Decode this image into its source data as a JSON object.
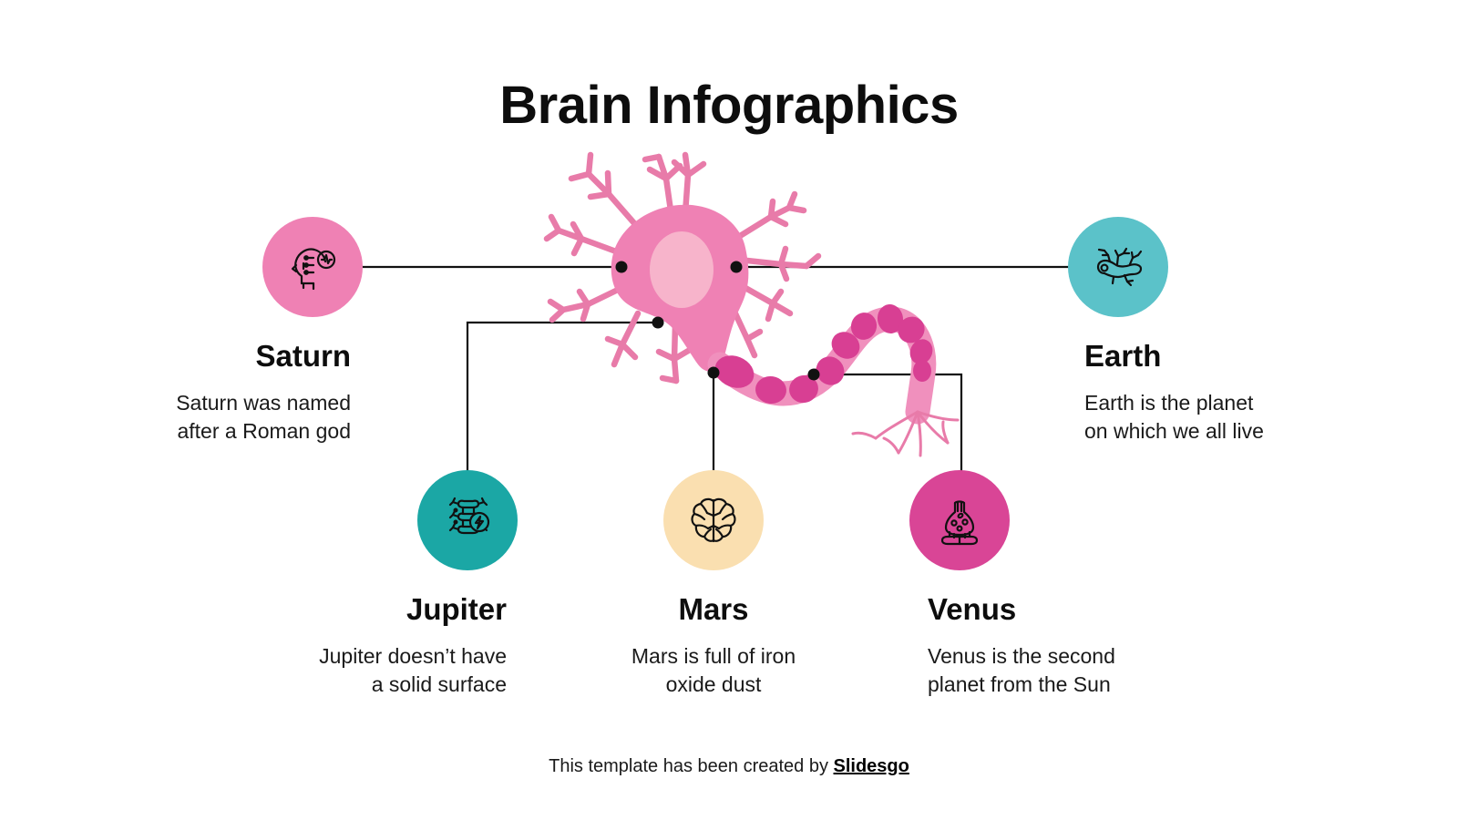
{
  "title": "Brain Infographics",
  "colors": {
    "saturn_circle": "#ef81b4",
    "earth_circle": "#5bc2c9",
    "jupiter_circle": "#1ba7a5",
    "mars_circle": "#fadfb0",
    "venus_circle": "#d94596",
    "neuron_body": "#ef81b4",
    "neuron_nucleus": "#f7b4cb",
    "neuron_dendrite": "#e87ba9",
    "axon_myelin": "#d83f93",
    "axon_node": "#f090bd",
    "connector_line": "#111111",
    "text": "#0d0d0d",
    "background": "#ffffff"
  },
  "nodes": [
    {
      "id": "saturn",
      "heading": "Saturn",
      "body": "Saturn was named\nafter a Roman god",
      "icon": "head-brain-signal-icon",
      "align": "right"
    },
    {
      "id": "earth",
      "heading": "Earth",
      "body": "Earth is the planet\non which we all live",
      "icon": "neuron-cell-icon",
      "align": "left"
    },
    {
      "id": "jupiter",
      "heading": "Jupiter",
      "body": "Jupiter doesn’t have\na solid surface",
      "icon": "spine-lightning-icon",
      "align": "right"
    },
    {
      "id": "mars",
      "heading": "Mars",
      "body": "Mars is full of iron\noxide dust",
      "icon": "brain-top-view-icon",
      "align": "center"
    },
    {
      "id": "venus",
      "heading": "Venus",
      "body": "Venus is the second\nplanet from the Sun",
      "icon": "synapse-icon",
      "align": "left"
    }
  ],
  "footer": {
    "text": "This template has been created by ",
    "brand": "Slidesgo"
  }
}
